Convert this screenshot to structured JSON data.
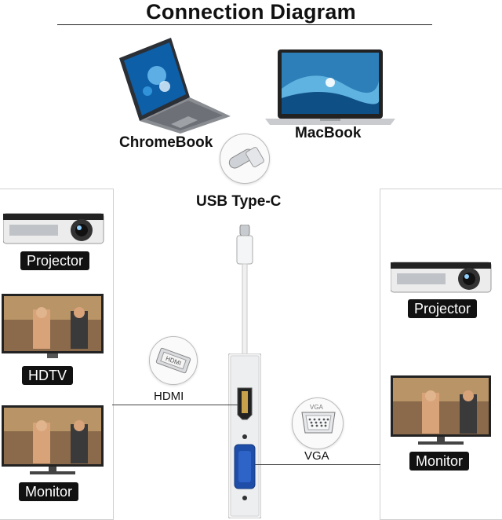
{
  "title": "Connection Diagram",
  "devices": {
    "chromebook": "ChromeBook",
    "macbook": "MacBook"
  },
  "connector": "USB Type-C",
  "left_outputs": [
    "Projector",
    "HDTV",
    "Monitor"
  ],
  "right_outputs": [
    "Projector",
    "Monitor"
  ],
  "ports": {
    "hdmi": "HDMI",
    "vga": "VGA",
    "vga_icon_text": "VGA",
    "hdmi_icon_text": "HDMI"
  }
}
